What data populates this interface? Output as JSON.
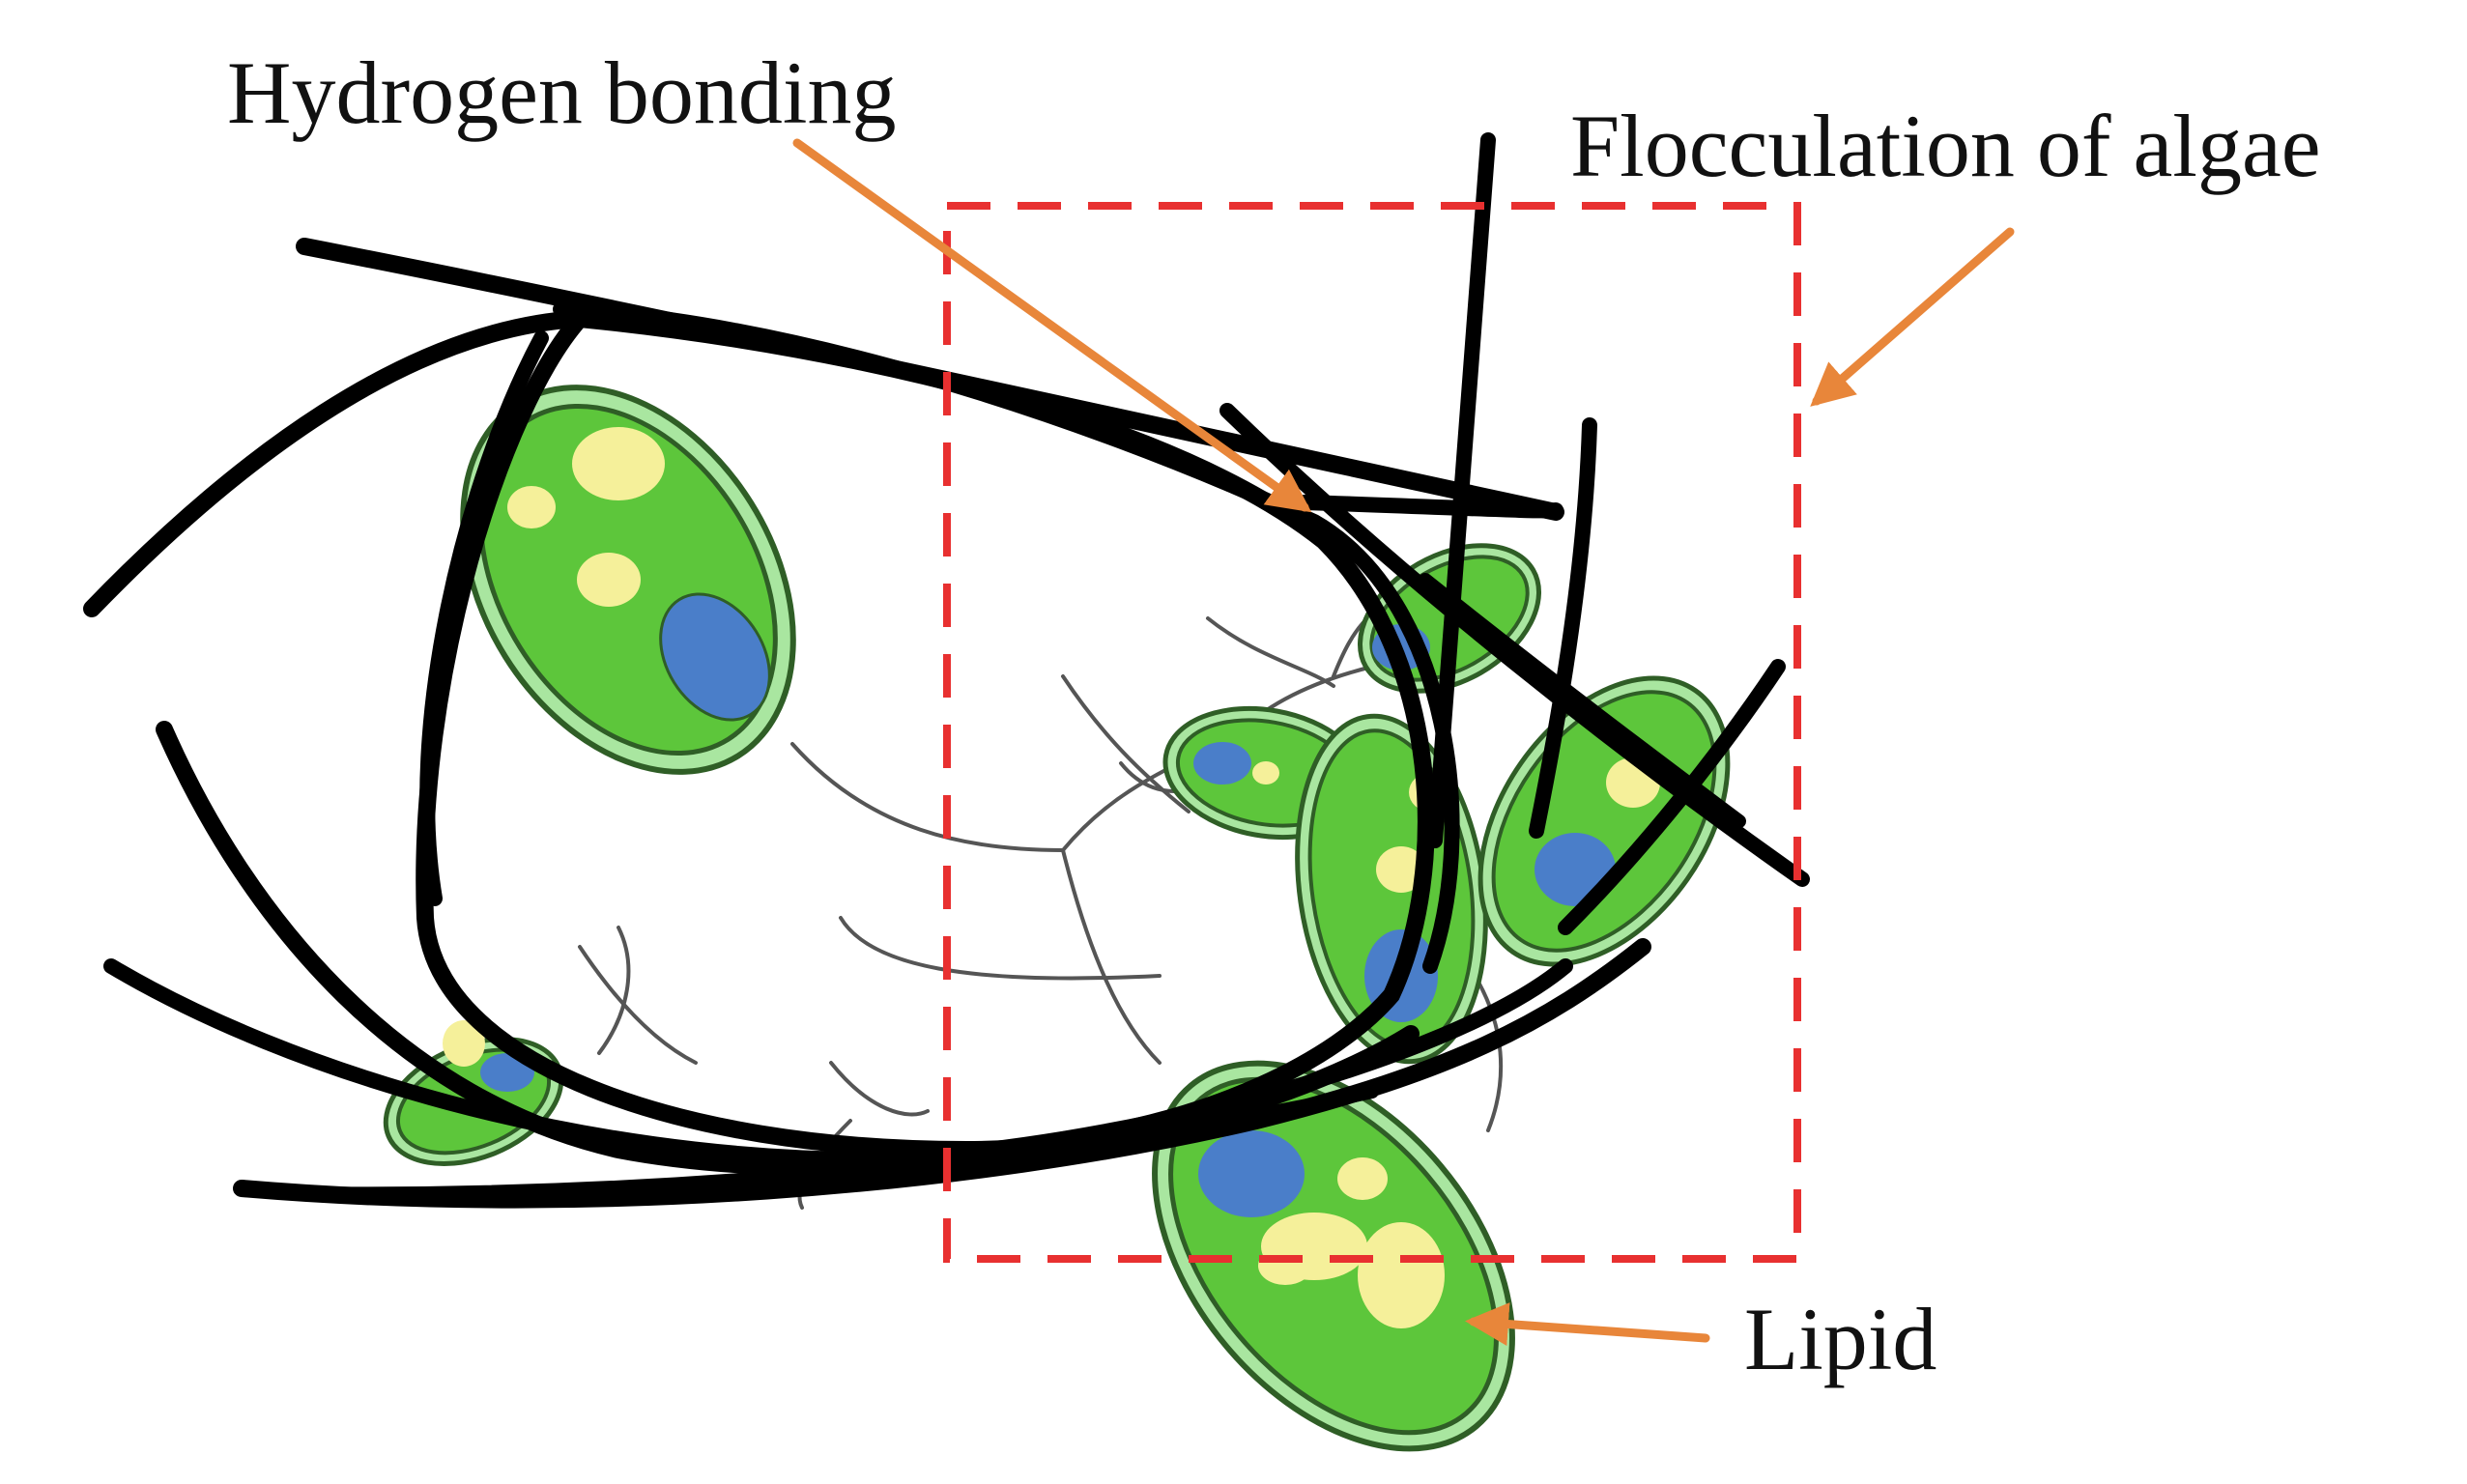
{
  "labels": {
    "hydrogen_bonding": "Hydrogen bonding",
    "flocculation": "Flocculation of algae",
    "lipid": "Lipid"
  },
  "colors": {
    "cell_fill": "#5dc63b",
    "cell_outline": "#2f5e26",
    "cell_halo": "#a9e6a0",
    "nucleus": "#4a7ec9",
    "lipid_droplet": "#f5f09a",
    "fiber": "#000000",
    "thin_strand": "#555555",
    "arrow": "#e8863a",
    "box": "#e83030"
  },
  "icons": {
    "arrow_shape": "orange-arrow-icon"
  }
}
